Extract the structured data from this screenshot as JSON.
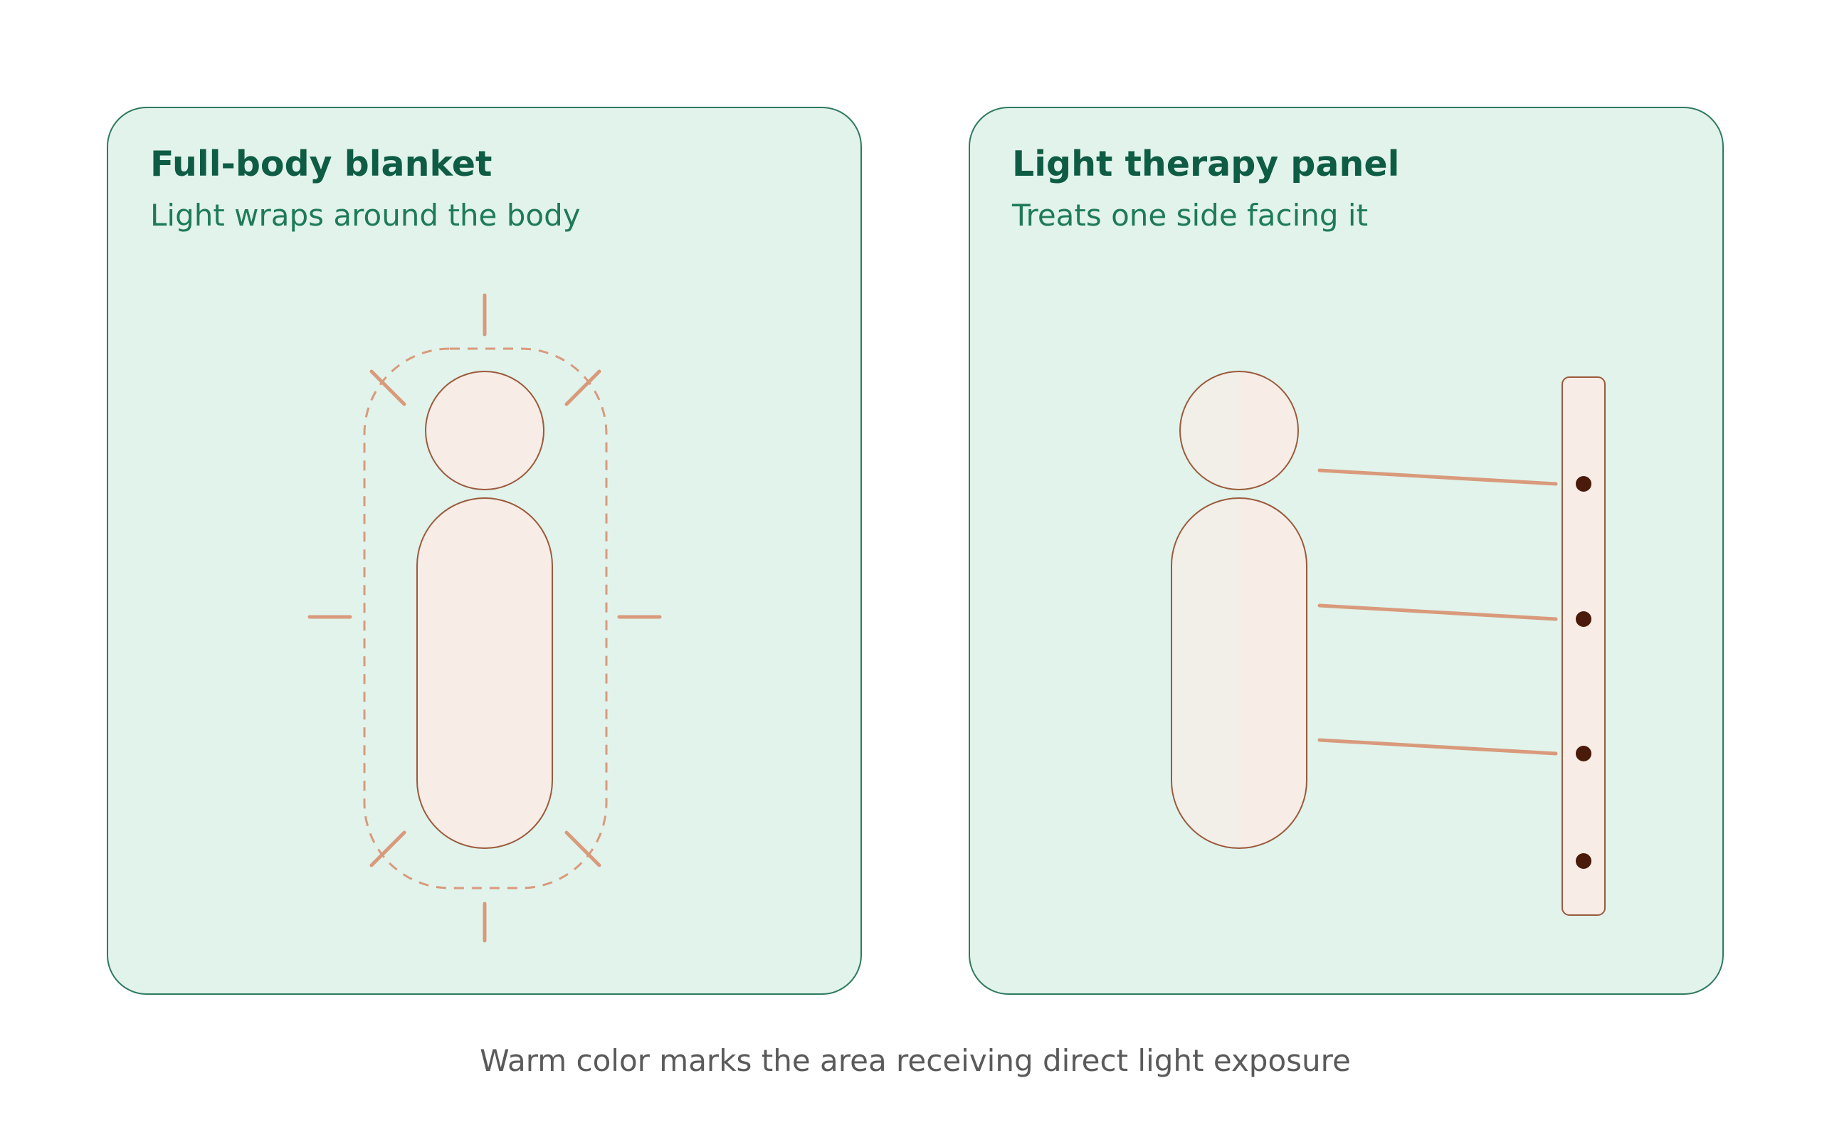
{
  "colors": {
    "card_fill": "#e1f3eb",
    "card_stroke": "#2f7a5f",
    "title": "#0f5c45",
    "subtitle": "#1e7a5a",
    "exposed_fill": "#f7ece6",
    "unexposed_fill": "#f1efe8",
    "outline": "#9b5a3c",
    "ray": "#d99a7c",
    "led": "#4a1a0a",
    "caption": "#5a5a5a"
  },
  "panels": [
    {
      "title": "Full-body blanket",
      "subtitle": "Light wraps around the body"
    },
    {
      "title": "Light therapy panel",
      "subtitle": "Treats one side facing it"
    }
  ],
  "caption": "Warm color marks the area receiving direct light exposure"
}
